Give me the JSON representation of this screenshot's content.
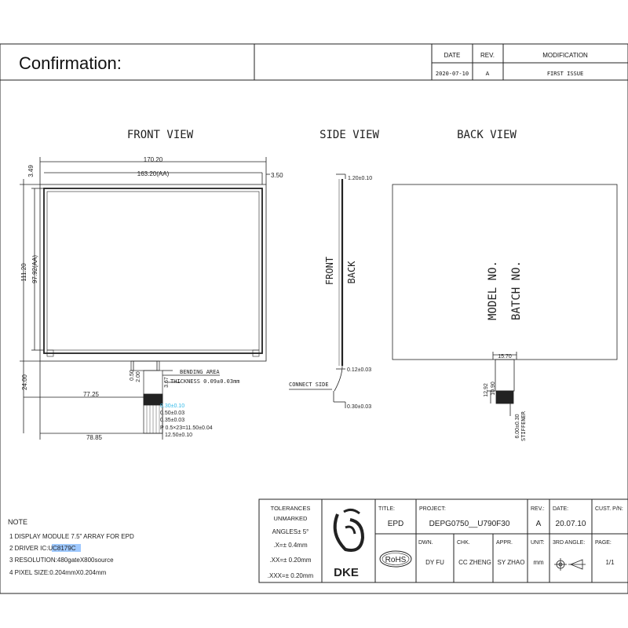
{
  "header": {
    "title": "Confirmation:",
    "rev_table": {
      "headers": [
        "DATE",
        "REV.",
        "MODIFICATION"
      ],
      "row": [
        "2020-07-10",
        "A",
        "FIRST ISSUE"
      ]
    }
  },
  "views": {
    "front": "FRONT VIEW",
    "side": "SIDE VIEW",
    "back": "BACK VIEW"
  },
  "front_dims": {
    "width_outer": "170.20",
    "width_aa": "163.20(AA)",
    "right_margin": "3.50",
    "top_margin": "3.49",
    "height_outer": "111.20",
    "height_aa": "97.92(AA)",
    "fpc_offset": "24.00",
    "fpc_left": "77.25",
    "fpc_left2": "78.85",
    "fpc_050": "0.50",
    "fpc_200": "2.00",
    "fpc_367": "3.67",
    "bending_area": "BENDING AREA",
    "thickness": "THICKNESS  0.09±0.03mm",
    "pin_highlight": "0.30±0.10",
    "pin_050": "0.50±0.03",
    "pin_035": "0.35±0.03",
    "pitch": "P  0.5×23=11.50±0.04",
    "fpc_width": "12.50±0.10"
  },
  "side_dims": {
    "front_label": "FRONT",
    "back_label": "BACK",
    "thickness_top": "1.20±0.10",
    "fpc_thick": "0.12±0.03",
    "connect_side": "CONNECT SIDE",
    "tail_thick": "0.30±0.03"
  },
  "back_dims": {
    "model_no": "MODEL NO.",
    "batch_no": "BATCH NO.",
    "stiff_width": "15.70",
    "stiff_12": "12.92",
    "stiff_10": "10.90",
    "stiff_label": "6.00±0.30",
    "stiffener": "STIFFENER"
  },
  "notes": {
    "heading": "NOTE",
    "items": [
      {
        "prefix": "1 DISPLAY MODULE  7.5\" ARRAY FOR EPD",
        "highlight": ""
      },
      {
        "prefix": "2 DRIVER IC:",
        "highlight": "UC8179C"
      },
      {
        "prefix": "3 RESOLUTION:480gateX800source",
        "highlight": ""
      },
      {
        "prefix": "4 PIXEL SIZE:0.204mmX0.204mm",
        "highlight": ""
      }
    ]
  },
  "title_block": {
    "tolerances": "TOLERANCES",
    "unmarked": "UNMARKED",
    "angles": "ANGLES± 5°",
    "x_tol": ".X=± 0.4mm",
    "xx_tol": ".XX=± 0.20mm",
    "xxx_tol": ".XXX=± 0.20mm",
    "logo_text": "DKE",
    "rohs": "RoHS",
    "title_label": "TITLE:",
    "title_value": "EPD",
    "project_label": "PROJECT:",
    "project_value": "DEPG0750__U790F30",
    "rev_label": "REV.:",
    "rev_value": "A",
    "date_label": "DATE:",
    "date_value": "20.07.10",
    "cust_label": "CUST. P/N:",
    "dwn_label": "DWN.",
    "dwn_value": "DY FU",
    "chk_label": "CHK.",
    "chk_value": "CC ZHENG",
    "appr_label": "APPR.",
    "appr_value": "SY ZHAO",
    "unit_label": "UNIT:",
    "unit_value": "mm",
    "angle_label": "3RD ANGLE:",
    "page_label": "PAGE:",
    "page_value": "1/1"
  },
  "colors": {
    "line": "#222222",
    "highlight": "#2fb8e8",
    "select": "#9fc9ff"
  }
}
